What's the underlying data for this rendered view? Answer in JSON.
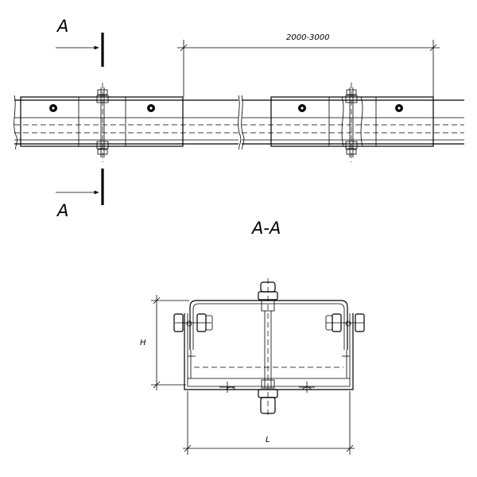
{
  "section_markers": {
    "top_letter": "A",
    "bottom_letter": "A"
  },
  "section_title": "A-A",
  "dimensions": {
    "joint_spacing": "2000-3000",
    "height_label": "H",
    "length_label": "L"
  }
}
